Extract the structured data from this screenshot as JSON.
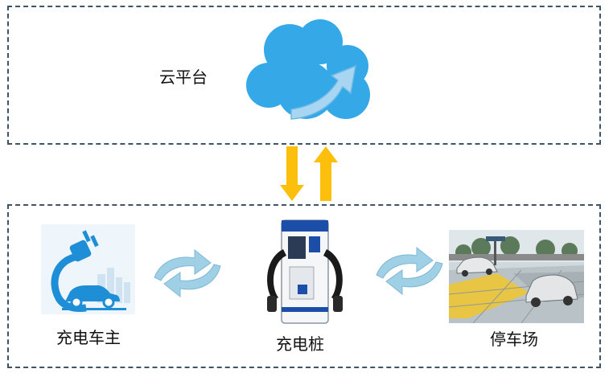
{
  "cloud": {
    "label": "云平台"
  },
  "nodes": {
    "owner": {
      "label": "充电车主"
    },
    "pile": {
      "label": "充电桩"
    },
    "lot": {
      "label": "停车场"
    }
  },
  "icons": {
    "cloud": "cloud-icon",
    "upload_arrow": "upload-arrow-icon",
    "exchange_down": "arrow-down-icon",
    "exchange_up": "arrow-up-icon",
    "owner": "ev-plug-car-icon",
    "pile": "charging-pile-icon",
    "lot": "parking-lot-photo",
    "swap_left": "swap-arrows-icon",
    "swap_right": "swap-arrows-icon"
  },
  "colors": {
    "border": "#3d5566",
    "cloud": "#35a9e8",
    "cloud_arrow": "#a8d6f2",
    "exchange_arrow": "#fcbf0c",
    "swap_arrow": "#9fd0e6",
    "plug": "#1e8fd6"
  }
}
